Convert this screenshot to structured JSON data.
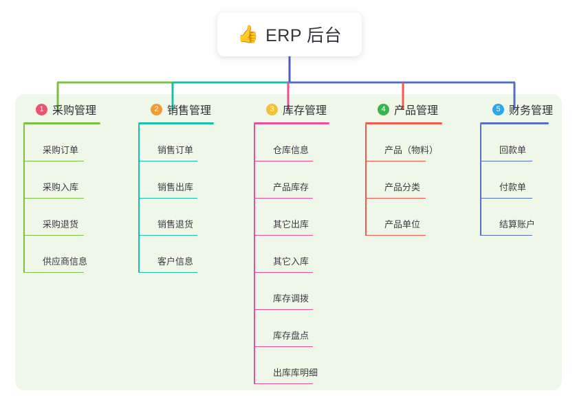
{
  "root": {
    "icon": "thumbs-up-icon",
    "emoji": "👍",
    "title": "ERP 后台"
  },
  "palette": {
    "panel_bg": "#eef7e8",
    "page_bg": "#ffffff",
    "trunk": "#5058c8",
    "text": "#33343a"
  },
  "columns": [
    {
      "index": "1",
      "title": "采购管理",
      "badge_color": "#f25070",
      "line_color": "#7ac143",
      "items": [
        {
          "label": "采购订单"
        },
        {
          "label": "采购入库"
        },
        {
          "label": "采购退货"
        },
        {
          "label": "供应商信息"
        }
      ]
    },
    {
      "index": "2",
      "title": "销售管理",
      "badge_color": "#f29a34",
      "line_color": "#19bfae",
      "items": [
        {
          "label": "销售订单"
        },
        {
          "label": "销售出库"
        },
        {
          "label": "销售退货"
        },
        {
          "label": "客户信息"
        }
      ]
    },
    {
      "index": "3",
      "title": "库存管理",
      "badge_color": "#f5c033",
      "line_color": "#ee4d9b",
      "items": [
        {
          "label": "仓库信息"
        },
        {
          "label": "产品库存"
        },
        {
          "label": "其它出库"
        },
        {
          "label": "其它入库"
        },
        {
          "label": "库存调拨"
        },
        {
          "label": "库存盘点"
        },
        {
          "label": "出库库明细"
        }
      ]
    },
    {
      "index": "4",
      "title": "产品管理",
      "badge_color": "#35b54a",
      "line_color": "#f4584f",
      "items": [
        {
          "label": "产品（物料）"
        },
        {
          "label": "产品分类"
        },
        {
          "label": "产品单位"
        }
      ]
    },
    {
      "index": "5",
      "title": "财务管理",
      "badge_color": "#2aa7e8",
      "line_color": "#5470c6",
      "items": [
        {
          "label": "回款单"
        },
        {
          "label": "付款单"
        },
        {
          "label": "结算账户"
        }
      ]
    }
  ]
}
